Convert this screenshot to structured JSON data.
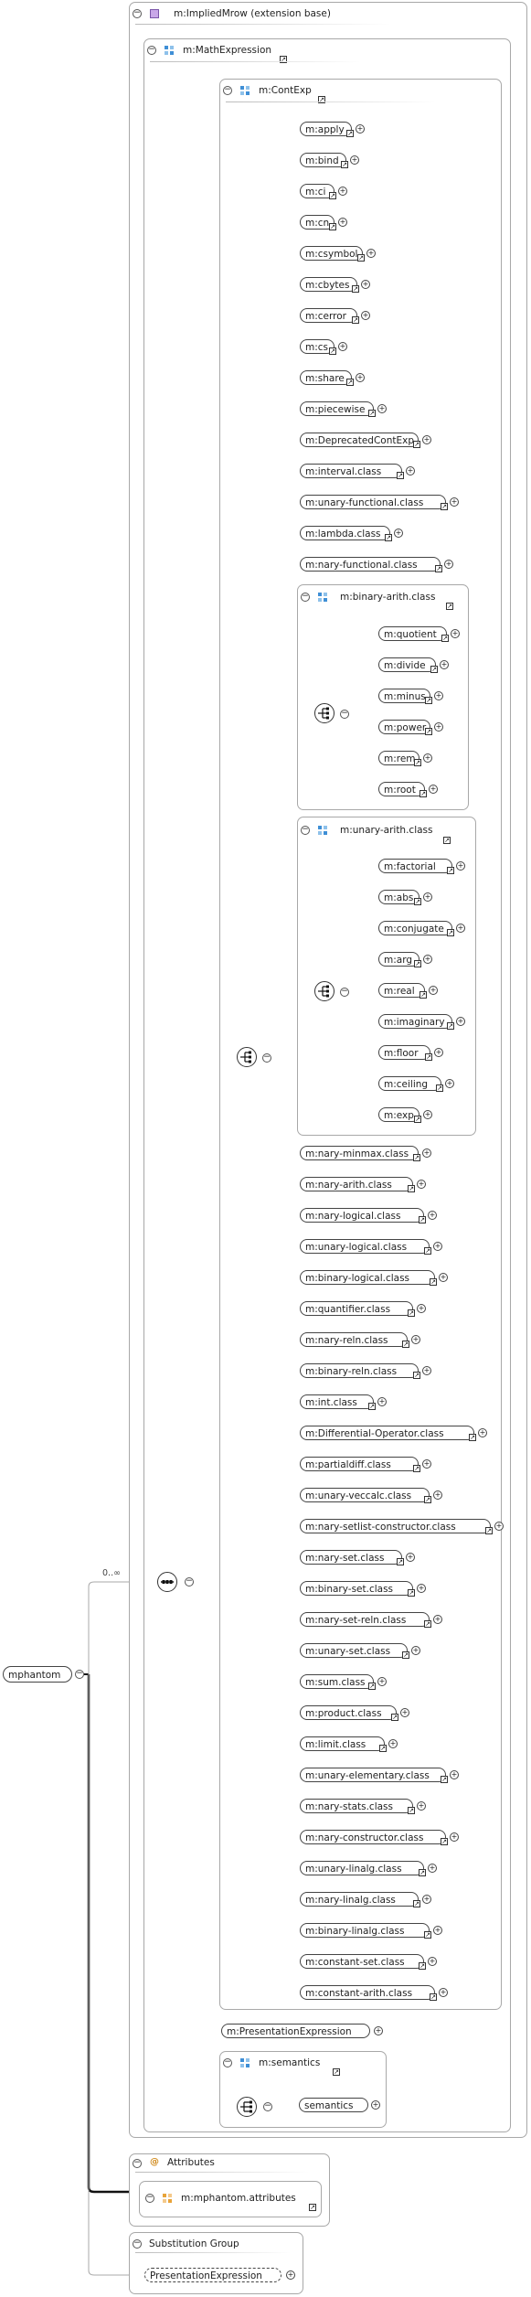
{
  "root": {
    "label": "mphantom"
  },
  "occurrence": "0..∞",
  "implied": {
    "title": "m:ImpliedMrow (extension base)"
  },
  "mathexpr": {
    "title": "m:MathExpression"
  },
  "contexp": {
    "title": "m:ContExp"
  },
  "content_items_top": [
    "m:apply",
    "m:bind",
    "m:ci",
    "m:cn",
    "m:csymbol",
    "m:cbytes",
    "m:cerror",
    "m:cs",
    "m:share",
    "m:piecewise",
    "m:DeprecatedContExp",
    "m:interval.class",
    "m:unary-functional.class",
    "m:lambda.class",
    "m:nary-functional.class"
  ],
  "binary_arith": {
    "title": "m:binary-arith.class",
    "items": [
      "m:quotient",
      "m:divide",
      "m:minus",
      "m:power",
      "m:rem",
      "m:root"
    ]
  },
  "unary_arith": {
    "title": "m:unary-arith.class",
    "items": [
      "m:factorial",
      "m:abs",
      "m:conjugate",
      "m:arg",
      "m:real",
      "m:imaginary",
      "m:floor",
      "m:ceiling",
      "m:exp"
    ]
  },
  "content_items_bottom": [
    "m:nary-minmax.class",
    "m:nary-arith.class",
    "m:nary-logical.class",
    "m:unary-logical.class",
    "m:binary-logical.class",
    "m:quantifier.class",
    "m:nary-reln.class",
    "m:binary-reln.class",
    "m:int.class",
    "m:Differential-Operator.class",
    "m:partialdiff.class",
    "m:unary-veccalc.class",
    "m:nary-setlist-constructor.class",
    "m:nary-set.class",
    "m:binary-set.class",
    "m:nary-set-reln.class",
    "m:unary-set.class",
    "m:sum.class",
    "m:product.class",
    "m:limit.class",
    "m:unary-elementary.class",
    "m:nary-stats.class",
    "m:nary-constructor.class",
    "m:unary-linalg.class",
    "m:nary-linalg.class",
    "m:binary-linalg.class",
    "m:constant-set.class",
    "m:constant-arith.class"
  ],
  "presentation": {
    "label": "m:PresentationExpression"
  },
  "semantics": {
    "title": "m:semantics",
    "item": "semantics"
  },
  "attributes": {
    "title": "Attributes",
    "item": "m:mphantom.attributes"
  },
  "substitution": {
    "title": "Substitution Group",
    "item": "PresentationExpression"
  },
  "colors": {
    "line": "#111111",
    "box_border": "#a8a8a8",
    "type_icon": "#3f8fd6",
    "attr_icon": "#e8a33a",
    "elem_icon": "#c9a8e8"
  }
}
